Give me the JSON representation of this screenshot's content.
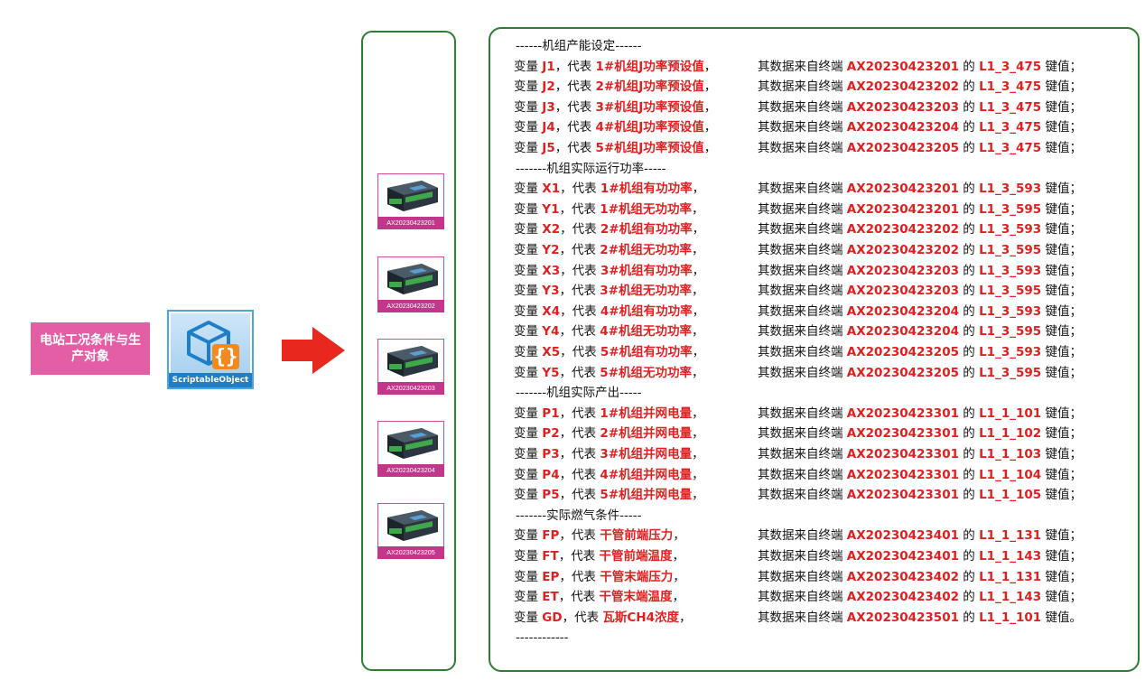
{
  "station": {
    "label": "电站工况条件与生产对象"
  },
  "scriptable_object": {
    "caption": "ScriptableObject",
    "icon": "scriptable-object-icon"
  },
  "devices": [
    {
      "id": "AX20230423201"
    },
    {
      "id": "AX20230423202"
    },
    {
      "id": "AX20230423203"
    },
    {
      "id": "AX20230423204"
    },
    {
      "id": "AX20230423205"
    }
  ],
  "colors": {
    "highlight": "#e02020",
    "panel_border": "#2e7d32",
    "station_bg": "#e45ea6",
    "device_tag": "#c2378a",
    "arrow": "#e8281e"
  },
  "lines": [
    {
      "kind": "section",
      "text": "------机组产能设定------"
    },
    {
      "kind": "entry",
      "pre": "变量 ",
      "var": "J1",
      "mid": "，代表 ",
      "desc": "1#机组J功率预设值",
      "tail": "，",
      "src": "其数据来自终端 ",
      "term": "AX20230423201",
      "of": " 的 ",
      "key": "L1_3_475",
      "end": " 键值；"
    },
    {
      "kind": "entry",
      "pre": "变量 ",
      "var": "J2",
      "mid": "，代表 ",
      "desc": "2#机组J功率预设值",
      "tail": "，",
      "src": "其数据来自终端 ",
      "term": "AX20230423202",
      "of": " 的 ",
      "key": "L1_3_475",
      "end": " 键值；"
    },
    {
      "kind": "entry",
      "pre": "变量 ",
      "var": "J3",
      "mid": "，代表 ",
      "desc": "3#机组J功率预设值",
      "tail": "，",
      "src": "其数据来自终端 ",
      "term": "AX20230423203",
      "of": " 的 ",
      "key": "L1_3_475",
      "end": " 键值；"
    },
    {
      "kind": "entry",
      "pre": "变量 ",
      "var": "J4",
      "mid": "，代表 ",
      "desc": "4#机组J功率预设值",
      "tail": "，",
      "src": "其数据来自终端 ",
      "term": "AX20230423204",
      "of": " 的 ",
      "key": "L1_3_475",
      "end": " 键值；"
    },
    {
      "kind": "entry",
      "pre": "变量 ",
      "var": "J5",
      "mid": "，代表 ",
      "desc": "5#机组J功率预设值",
      "tail": "，",
      "src": "其数据来自终端 ",
      "term": "AX20230423205",
      "of": " 的 ",
      "key": "L1_3_475",
      "end": " 键值；"
    },
    {
      "kind": "section",
      "text": "-------机组实际运行功率-----"
    },
    {
      "kind": "entry",
      "pre": "变量 ",
      "var": "X1",
      "mid": "，代表 ",
      "desc": "1#机组有功功率",
      "tail": "，",
      "src": "其数据来自终端 ",
      "term": "AX20230423201",
      "of": " 的 ",
      "key": "L1_3_593",
      "end": " 键值；"
    },
    {
      "kind": "entry",
      "pre": "变量 ",
      "var": "Y1",
      "mid": "，代表 ",
      "desc": "1#机组无功功率",
      "tail": "，",
      "src": "其数据来自终端 ",
      "term": "AX20230423201",
      "of": " 的 ",
      "key": "L1_3_595",
      "end": " 键值；"
    },
    {
      "kind": "entry",
      "pre": "变量 ",
      "var": "X2",
      "mid": "，代表 ",
      "desc": "2#机组有功功率",
      "tail": "，",
      "src": "其数据来自终端 ",
      "term": "AX20230423202",
      "of": " 的 ",
      "key": "L1_3_593",
      "end": " 键值；"
    },
    {
      "kind": "entry",
      "pre": "变量 ",
      "var": "Y2",
      "mid": "，代表 ",
      "desc": "2#机组无功功率",
      "tail": "，",
      "src": "其数据来自终端 ",
      "term": "AX20230423202",
      "of": " 的 ",
      "key": "L1_3_595",
      "end": " 键值；"
    },
    {
      "kind": "entry",
      "pre": "变量 ",
      "var": "X3",
      "mid": "，代表 ",
      "desc": "3#机组有功功率",
      "tail": "，",
      "src": "其数据来自终端 ",
      "term": "AX20230423203",
      "of": " 的 ",
      "key": "L1_3_593",
      "end": " 键值；"
    },
    {
      "kind": "entry",
      "pre": "变量 ",
      "var": "Y3",
      "mid": "，代表 ",
      "desc": "3#机组无功功率",
      "tail": "，",
      "src": "其数据来自终端 ",
      "term": "AX20230423203",
      "of": " 的 ",
      "key": "L1_3_595",
      "end": " 键值；"
    },
    {
      "kind": "entry",
      "pre": "变量 ",
      "var": "X4",
      "mid": "，代表 ",
      "desc": "4#机组有功功率",
      "tail": "，",
      "src": "其数据来自终端 ",
      "term": "AX20230423204",
      "of": " 的 ",
      "key": "L1_3_593",
      "end": " 键值；"
    },
    {
      "kind": "entry",
      "pre": "变量 ",
      "var": "Y4",
      "mid": "，代表 ",
      "desc": "4#机组无功功率",
      "tail": "，",
      "src": "其数据来自终端 ",
      "term": "AX20230423204",
      "of": " 的 ",
      "key": "L1_3_595",
      "end": " 键值；"
    },
    {
      "kind": "entry",
      "pre": "变量 ",
      "var": "X5",
      "mid": "，代表 ",
      "desc": "5#机组有功功率",
      "tail": "，",
      "src": "其数据来自终端 ",
      "term": "AX20230423205",
      "of": " 的 ",
      "key": "L1_3_593",
      "end": " 键值；"
    },
    {
      "kind": "entry",
      "pre": "变量 ",
      "var": "Y5",
      "mid": "，代表 ",
      "desc": "5#机组无功功率",
      "tail": "，",
      "src": "其数据来自终端 ",
      "term": "AX20230423205",
      "of": " 的 ",
      "key": "L1_3_595",
      "end": " 键值；"
    },
    {
      "kind": "section",
      "text": "-------机组实际产出-----"
    },
    {
      "kind": "entry",
      "pre": "变量 ",
      "var": "P1",
      "mid": "，代表 ",
      "desc": "1#机组并网电量",
      "tail": "，",
      "src": "其数据来自终端 ",
      "term": "AX20230423301",
      "of": " 的 ",
      "key": "L1_1_101",
      "end": " 键值；"
    },
    {
      "kind": "entry",
      "pre": "变量 ",
      "var": "P2",
      "mid": "，代表 ",
      "desc": "2#机组并网电量",
      "tail": "，",
      "src": "其数据来自终端 ",
      "term": "AX20230423301",
      "of": " 的 ",
      "key": "L1_1_102",
      "end": " 键值；"
    },
    {
      "kind": "entry",
      "pre": "变量 ",
      "var": "P3",
      "mid": "，代表 ",
      "desc": "3#机组并网电量",
      "tail": "，",
      "src": "其数据来自终端 ",
      "term": "AX20230423301",
      "of": " 的 ",
      "key": "L1_1_103",
      "end": " 键值；"
    },
    {
      "kind": "entry",
      "pre": "变量 ",
      "var": "P4",
      "mid": "，代表 ",
      "desc": "4#机组并网电量",
      "tail": "，",
      "src": "其数据来自终端 ",
      "term": "AX20230423301",
      "of": " 的 ",
      "key": "L1_1_104",
      "end": " 键值；"
    },
    {
      "kind": "entry",
      "pre": "变量 ",
      "var": "P5",
      "mid": "，代表 ",
      "desc": "5#机组并网电量",
      "tail": "，",
      "src": "其数据来自终端 ",
      "term": "AX20230423301",
      "of": " 的 ",
      "key": "L1_1_105",
      "end": " 键值；"
    },
    {
      "kind": "section",
      "text": "-------实际燃气条件-----"
    },
    {
      "kind": "entry",
      "pre": "变量 ",
      "var": "FP",
      "mid": "，代表 ",
      "desc": "干管前端压力",
      "tail": "，",
      "src": "其数据来自终端 ",
      "term": "AX20230423401",
      "of": " 的 ",
      "key": "L1_1_131",
      "end": " 键值；"
    },
    {
      "kind": "entry",
      "pre": "变量 ",
      "var": "FT",
      "mid": "，代表 ",
      "desc": "干管前端温度",
      "tail": "，",
      "src": "其数据来自终端 ",
      "term": "AX20230423401",
      "of": " 的 ",
      "key": "L1_1_143",
      "end": " 键值；"
    },
    {
      "kind": "entry",
      "pre": "变量 ",
      "var": "EP",
      "mid": "，代表 ",
      "desc": "干管末端压力",
      "tail": "，",
      "src": "其数据来自终端 ",
      "term": "AX20230423402",
      "of": " 的 ",
      "key": "L1_1_131",
      "end": " 键值；"
    },
    {
      "kind": "entry",
      "pre": "变量 ",
      "var": "ET",
      "mid": "，代表 ",
      "desc": "干管末端温度",
      "tail": "，",
      "src": "其数据来自终端 ",
      "term": "AX20230423402",
      "of": " 的 ",
      "key": "L1_1_143",
      "end": " 键值；"
    },
    {
      "kind": "entry",
      "pre": "变量 ",
      "var": "GD",
      "mid": "，代表 ",
      "desc": "瓦斯CH4浓度",
      "tail": "，",
      "src": "其数据来自终端 ",
      "term": "AX20230423501",
      "of": " 的 ",
      "key": "L1_1_101",
      "end": " 键值。"
    },
    {
      "kind": "section",
      "text": "------------"
    }
  ]
}
